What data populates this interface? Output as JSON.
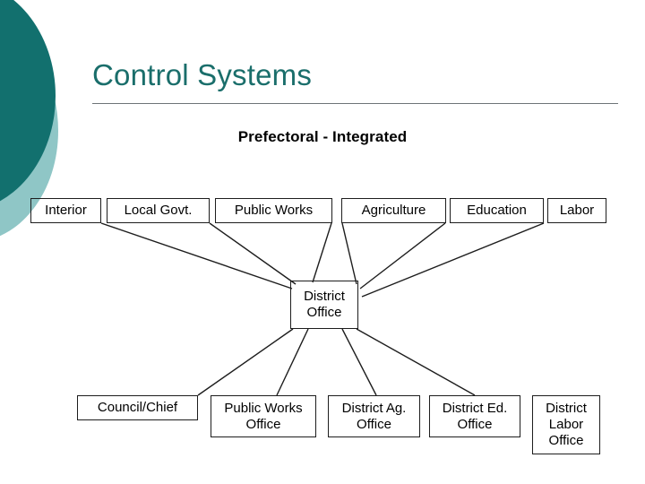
{
  "slide": {
    "title": "Control Systems",
    "subtitle": "Prefectoral - Integrated",
    "accent_color": "#1a6e6b",
    "accent_color_light": "#8fc6c6",
    "rule_color": "#6d7478",
    "background_color": "#ffffff"
  },
  "diagram": {
    "type": "organization-chart",
    "central_node": {
      "id": "district-office",
      "label": "District\nOffice"
    },
    "top_nodes": [
      {
        "id": "interior",
        "label": "Interior"
      },
      {
        "id": "local-govt",
        "label": "Local Govt."
      },
      {
        "id": "public-works",
        "label": "Public Works"
      },
      {
        "id": "agriculture",
        "label": "Agriculture"
      },
      {
        "id": "education",
        "label": "Education"
      },
      {
        "id": "labor",
        "label": "Labor"
      }
    ],
    "bottom_nodes": [
      {
        "id": "council-chief",
        "label": "Council/Chief"
      },
      {
        "id": "public-works-office",
        "label": "Public Works\nOffice"
      },
      {
        "id": "district-ag-office",
        "label": "District Ag.\nOffice"
      },
      {
        "id": "district-ed-office",
        "label": "District Ed.\nOffice"
      },
      {
        "id": "district-labor-office",
        "label": "District\nLabor\nOffice"
      }
    ],
    "edges": [
      {
        "from": "interior",
        "to": "district-office"
      },
      {
        "from": "local-govt",
        "to": "district-office"
      },
      {
        "from": "public-works",
        "to": "district-office"
      },
      {
        "from": "agriculture",
        "to": "district-office"
      },
      {
        "from": "education",
        "to": "district-office"
      },
      {
        "from": "labor",
        "to": "district-office"
      },
      {
        "from": "district-office",
        "to": "council-chief"
      },
      {
        "from": "district-office",
        "to": "public-works-office"
      },
      {
        "from": "district-office",
        "to": "district-ag-office"
      },
      {
        "from": "district-office",
        "to": "district-ed-office"
      }
    ],
    "line_color": "#1d1d1d"
  }
}
